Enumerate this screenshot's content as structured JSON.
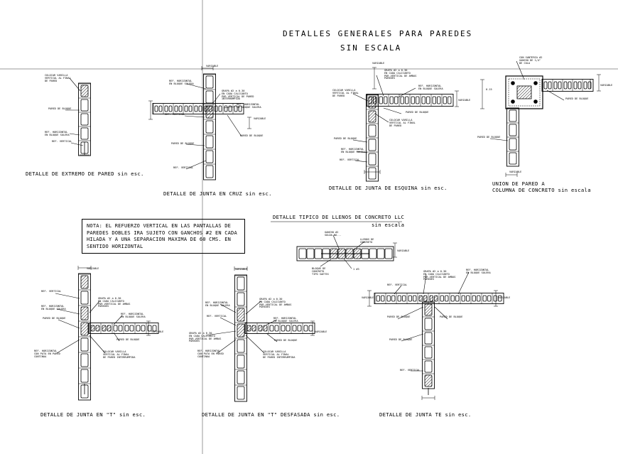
{
  "header": {
    "title": "DETALLES GENERALES PARA PAREDES",
    "subtitle": "SIN ESCALA"
  },
  "note": {
    "lines": [
      "NOTA: EL REFUERZO VERTICAL EN LAS PANTALLAS DE",
      "PAREDES DOBLES IRA SUJETO CON GANCHOS #2 EN CADA",
      "HILADA Y A UNA SEPARACION MAXIMA DE 60 CMS. EN",
      "SENTIDO HORIZONTAL"
    ]
  },
  "details": {
    "extremo": {
      "caption": "DETALLE DE EXTREMO DE PARED sin esc.",
      "labels": {
        "colocar_varilla": "COLOCAR VARILLA\nVERTICAL AL FINAL\nDE PARED",
        "pared_bloque": "PARED DE BLOQUE",
        "ref_horizontal": "REF. HORIZONTAL\nEN BLOQUE SOLERA",
        "ref_vertical": "REF. VERTICAL"
      }
    },
    "cruz": {
      "caption": "DETALLE DE JUNTA EN CRUZ sin esc.",
      "labels": {
        "variable_top": "VARIABLE",
        "ref_horizontal_a": "REF. HORIZONTAL\nEN BLOQUE SOLERA",
        "grapa": "GRAPA #2 a 0.30\nEN CADA CALICANTO\nPOR VERTICAL DE PARED\nINTERRUMPIDA",
        "ref_horizontal_b": "REF. HORIZONTAL\nEN BLOQUE SOLERA",
        "ref_vertical_a": "REF. VERTICAL",
        "variable_right": "VARIABLE",
        "pared_bloque_a": "PARED DE BLOQUE",
        "pared_bloque_b": "PARED DE BLOQUE",
        "ref_vertical_b": "REF. VERTICAL"
      }
    },
    "esquina": {
      "caption": "DETALLE DE JUNTA DE ESQUINA sin esc.",
      "labels": {
        "variable_top": "VARIABLE",
        "grapa": "GRAPA #2 a 0.30\nEN CADA CALICANTO\nPOR VERTICAL DE AMBAS\nPAREDES",
        "ref_horizontal_a": "REF. HORIZONTAL\nEN BLOQUE SOLERA",
        "colocar_varilla": "COLOCAR VARILLA\nVERTICAL AL FINAL\nDE PARED",
        "variable_right": "VARIABLE",
        "pared_bloque_a": "PARED DE BLOQUE",
        "colocar_varilla_b": "COLOCAR VARILLA\nVERTICAL AL FINAL\nDE PARED",
        "pared_bloque_b": "PARED DE BLOQUE",
        "ref_horizontal_b": "REF. HORIZONTAL\nEN BLOQUE SOLERA",
        "ref_vertical": "REF. VERTICAL"
      }
    },
    "columna": {
      "caption_lines": [
        "UNION DE PARED A",
        "COLUMNA DE CONCRETO sin escala"
      ],
      "labels": {
        "con_santeria": "CON SANTERIA #2\nGANCHO DE 1/4\"\nDE COLA",
        "dim": "0.15",
        "variable_right": "VARIABLE",
        "pared_bloque_a": "PARED DE BLOQUE",
        "pared_bloque_b": "PARED DE BLOQUE",
        "variable_bottom": "VARIABLE"
      }
    },
    "llenos": {
      "title": "DETALLE TIPICO DE LLENOS DE CONCRETO LLC",
      "subtitle": "sin escala",
      "labels": {
        "gancho": "GANCHO #2\nSOLDA NO...",
        "llenos": "LLENOS DE\nCONCRETO",
        "variable_right": "VARIABLE",
        "bloque": "BLOQUE DE\nCONCRETO\nTIPO SAETEX",
        "dim": "1 #3"
      }
    },
    "t": {
      "caption": "DETALLE DE JUNTA EN \"T\" sin esc.",
      "labels": {
        "variable_top": "VARIABLE",
        "ref_vertical": "REF. VERTICAL",
        "grapa": "GRAPA #2 a 0.30\nEN CADA CALICANTO\nPOR VERTICAL DE AMBAS\nPAREDES",
        "ref_horizontal_a": "REF. HORIZONTAL\nEN BLOQUE SOLERA",
        "ref_horizontal_b": "REF. HORIZONTAL\nEN BLOQUE SOLERA",
        "pared_bloque": "PARED DE BLOQUE",
        "variable_right": "VARIABLE",
        "pared_bloque_b": "PARED DE BLOQUE",
        "ref_horizontal_c": "REF. HORIZONTAL\nCON PATA EN PARED\nCONTINUA",
        "colocar_varilla": "COLOCAR VARILLA\nVERTICAL AL FINAL\nDE PARED INTERRUMPIDA"
      }
    },
    "t_desfasada": {
      "caption": "DETALLE DE JUNTA EN \"T\" DESFASADA sin esc.",
      "labels": {
        "variable_top": "VARIABLE",
        "ref_horizontal_a": "REF. HORIZONTAL\nEN BLOQUE SOLERA",
        "grapa": "GRAPA #2 a 0.30\nEN CADA CALICANTO\nPOR VERTICAL DE AMBAS\nPAREDES",
        "ref_vertical": "REF. VERTICAL",
        "ref_horizontal_b": "REF. HORIZONTAL\nEN BLOQUE SOLERA",
        "variable_right": "VARIABLE",
        "grapa_b": "GRAPA #2 a 0.30\nEN CADA CALICANTO\nPOR VERTICAL DE AMBAS\nPAREDES",
        "pared_bloque": "PARED DE BLOQUE",
        "ref_horizontal_c": "REF. HORIZONTAL\nCON PATA EN PARED\nCONTINUA",
        "colocar_varilla": "COLOCAR VARILLA\nVERTICAL AL FINAL\nDE PARED INTERRUMPIDA"
      }
    },
    "te": {
      "caption": "DETALLE DE JUNTA TE sin esc.",
      "labels": {
        "grapa": "GRAPA #2 a 0.30\nEN CADA CALICANTO\nPOR VERTICAL DE AMBAS\nPAREDES",
        "ref_horizontal": "REF. HORIZONTAL\nEN BLOQUE SOLERA",
        "ref_vertical_a": "REF. VERTICAL",
        "variable_left": "VARIABLE",
        "variable_right": "VARIABLE",
        "pared_bloque_a": "PARED DE BLOQUE",
        "pared_bloque_b": "PARED DE BLOQUE",
        "pared_bloque_c": "PARED DE BLOQUE",
        "ref_vertical_b": "REF. VERTICAL"
      }
    }
  }
}
